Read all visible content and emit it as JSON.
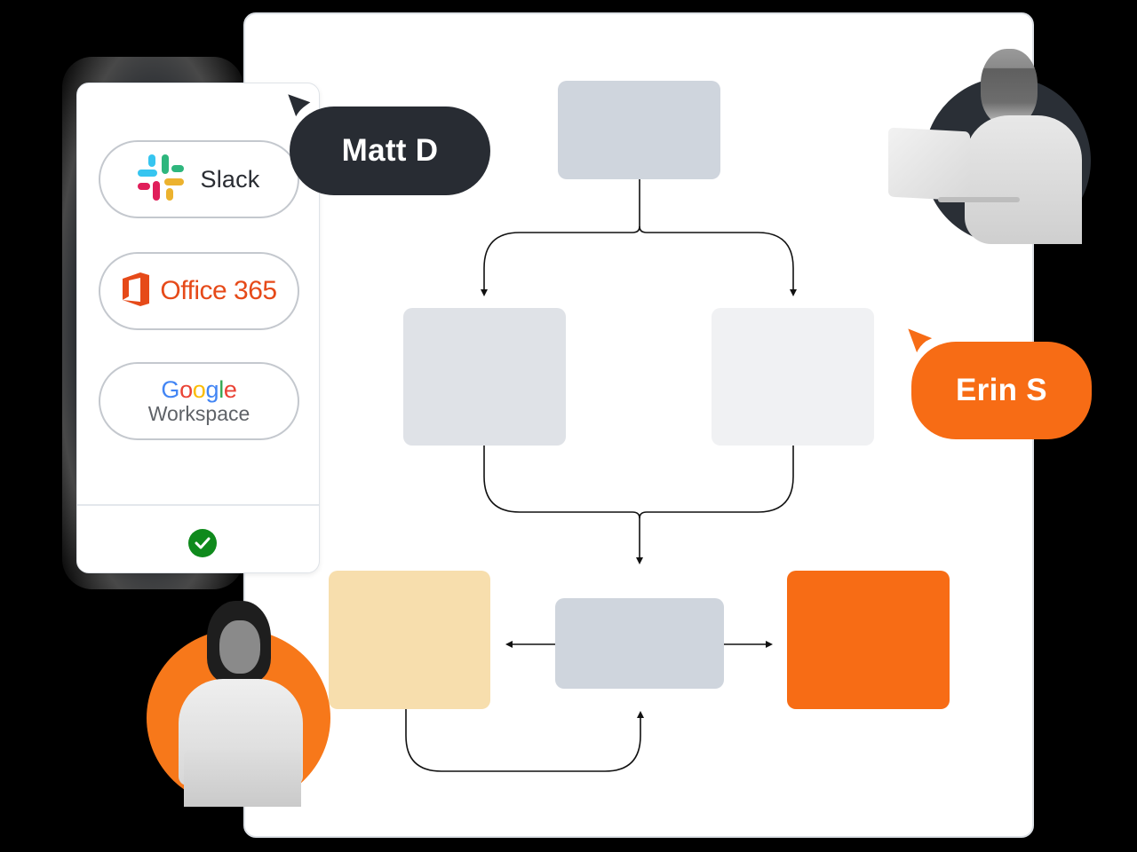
{
  "integrations_panel": {
    "items": [
      {
        "name": "slack",
        "label": "Slack"
      },
      {
        "name": "office-365",
        "label": "Office 365"
      },
      {
        "name": "google-workspace",
        "label_top": "Google",
        "label_bottom": "Workspace"
      }
    ],
    "status_icon": "check-circle-icon"
  },
  "collaborators": [
    {
      "name": "Matt D",
      "cursor_color": "#282c33"
    },
    {
      "name": "Erin S",
      "cursor_color": "#f76c15"
    }
  ],
  "diagram": {
    "nodes": [
      {
        "id": "top",
        "color": "#cfd5dd"
      },
      {
        "id": "mid-left",
        "color": "#dfe2e7"
      },
      {
        "id": "mid-right",
        "color": "#f0f1f3"
      },
      {
        "id": "bottom-center",
        "color": "#cfd5dd"
      },
      {
        "id": "bottom-left",
        "color": "#f7dead"
      },
      {
        "id": "bottom-right",
        "color": "#f76c15"
      }
    ]
  },
  "colors": {
    "accent_orange": "#f76c15",
    "dark": "#282c33",
    "success_green": "#0f8a1c"
  }
}
